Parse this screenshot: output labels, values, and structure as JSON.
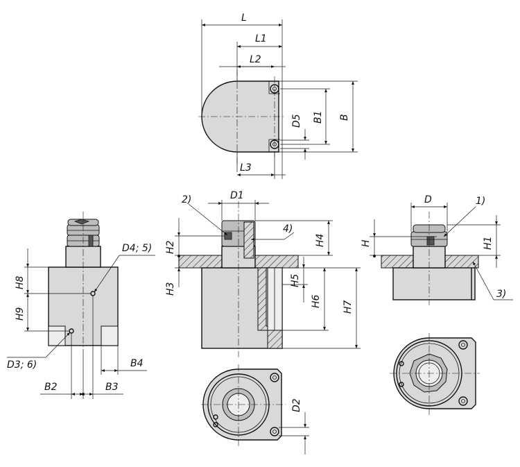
{
  "labels": {
    "L": "L",
    "L1": "L1",
    "L2": "L2",
    "L3": "L3",
    "B": "B",
    "B1": "B1",
    "D5": "D5",
    "D1": "D1",
    "D": "D",
    "note1": "1)",
    "note2": "2)",
    "note3": "3)",
    "note4": "4)",
    "H": "H",
    "H1": "H1",
    "H2": "H2",
    "H3": "H3",
    "H4": "H4",
    "H5": "H5",
    "H6": "H6",
    "H7": "H7",
    "H8": "H8",
    "H9": "H9",
    "D4_5": "D4; 5)",
    "D3_6": "D3; 6)",
    "B2": "B2",
    "B3": "B3",
    "B4": "B4",
    "D2": "D2"
  }
}
